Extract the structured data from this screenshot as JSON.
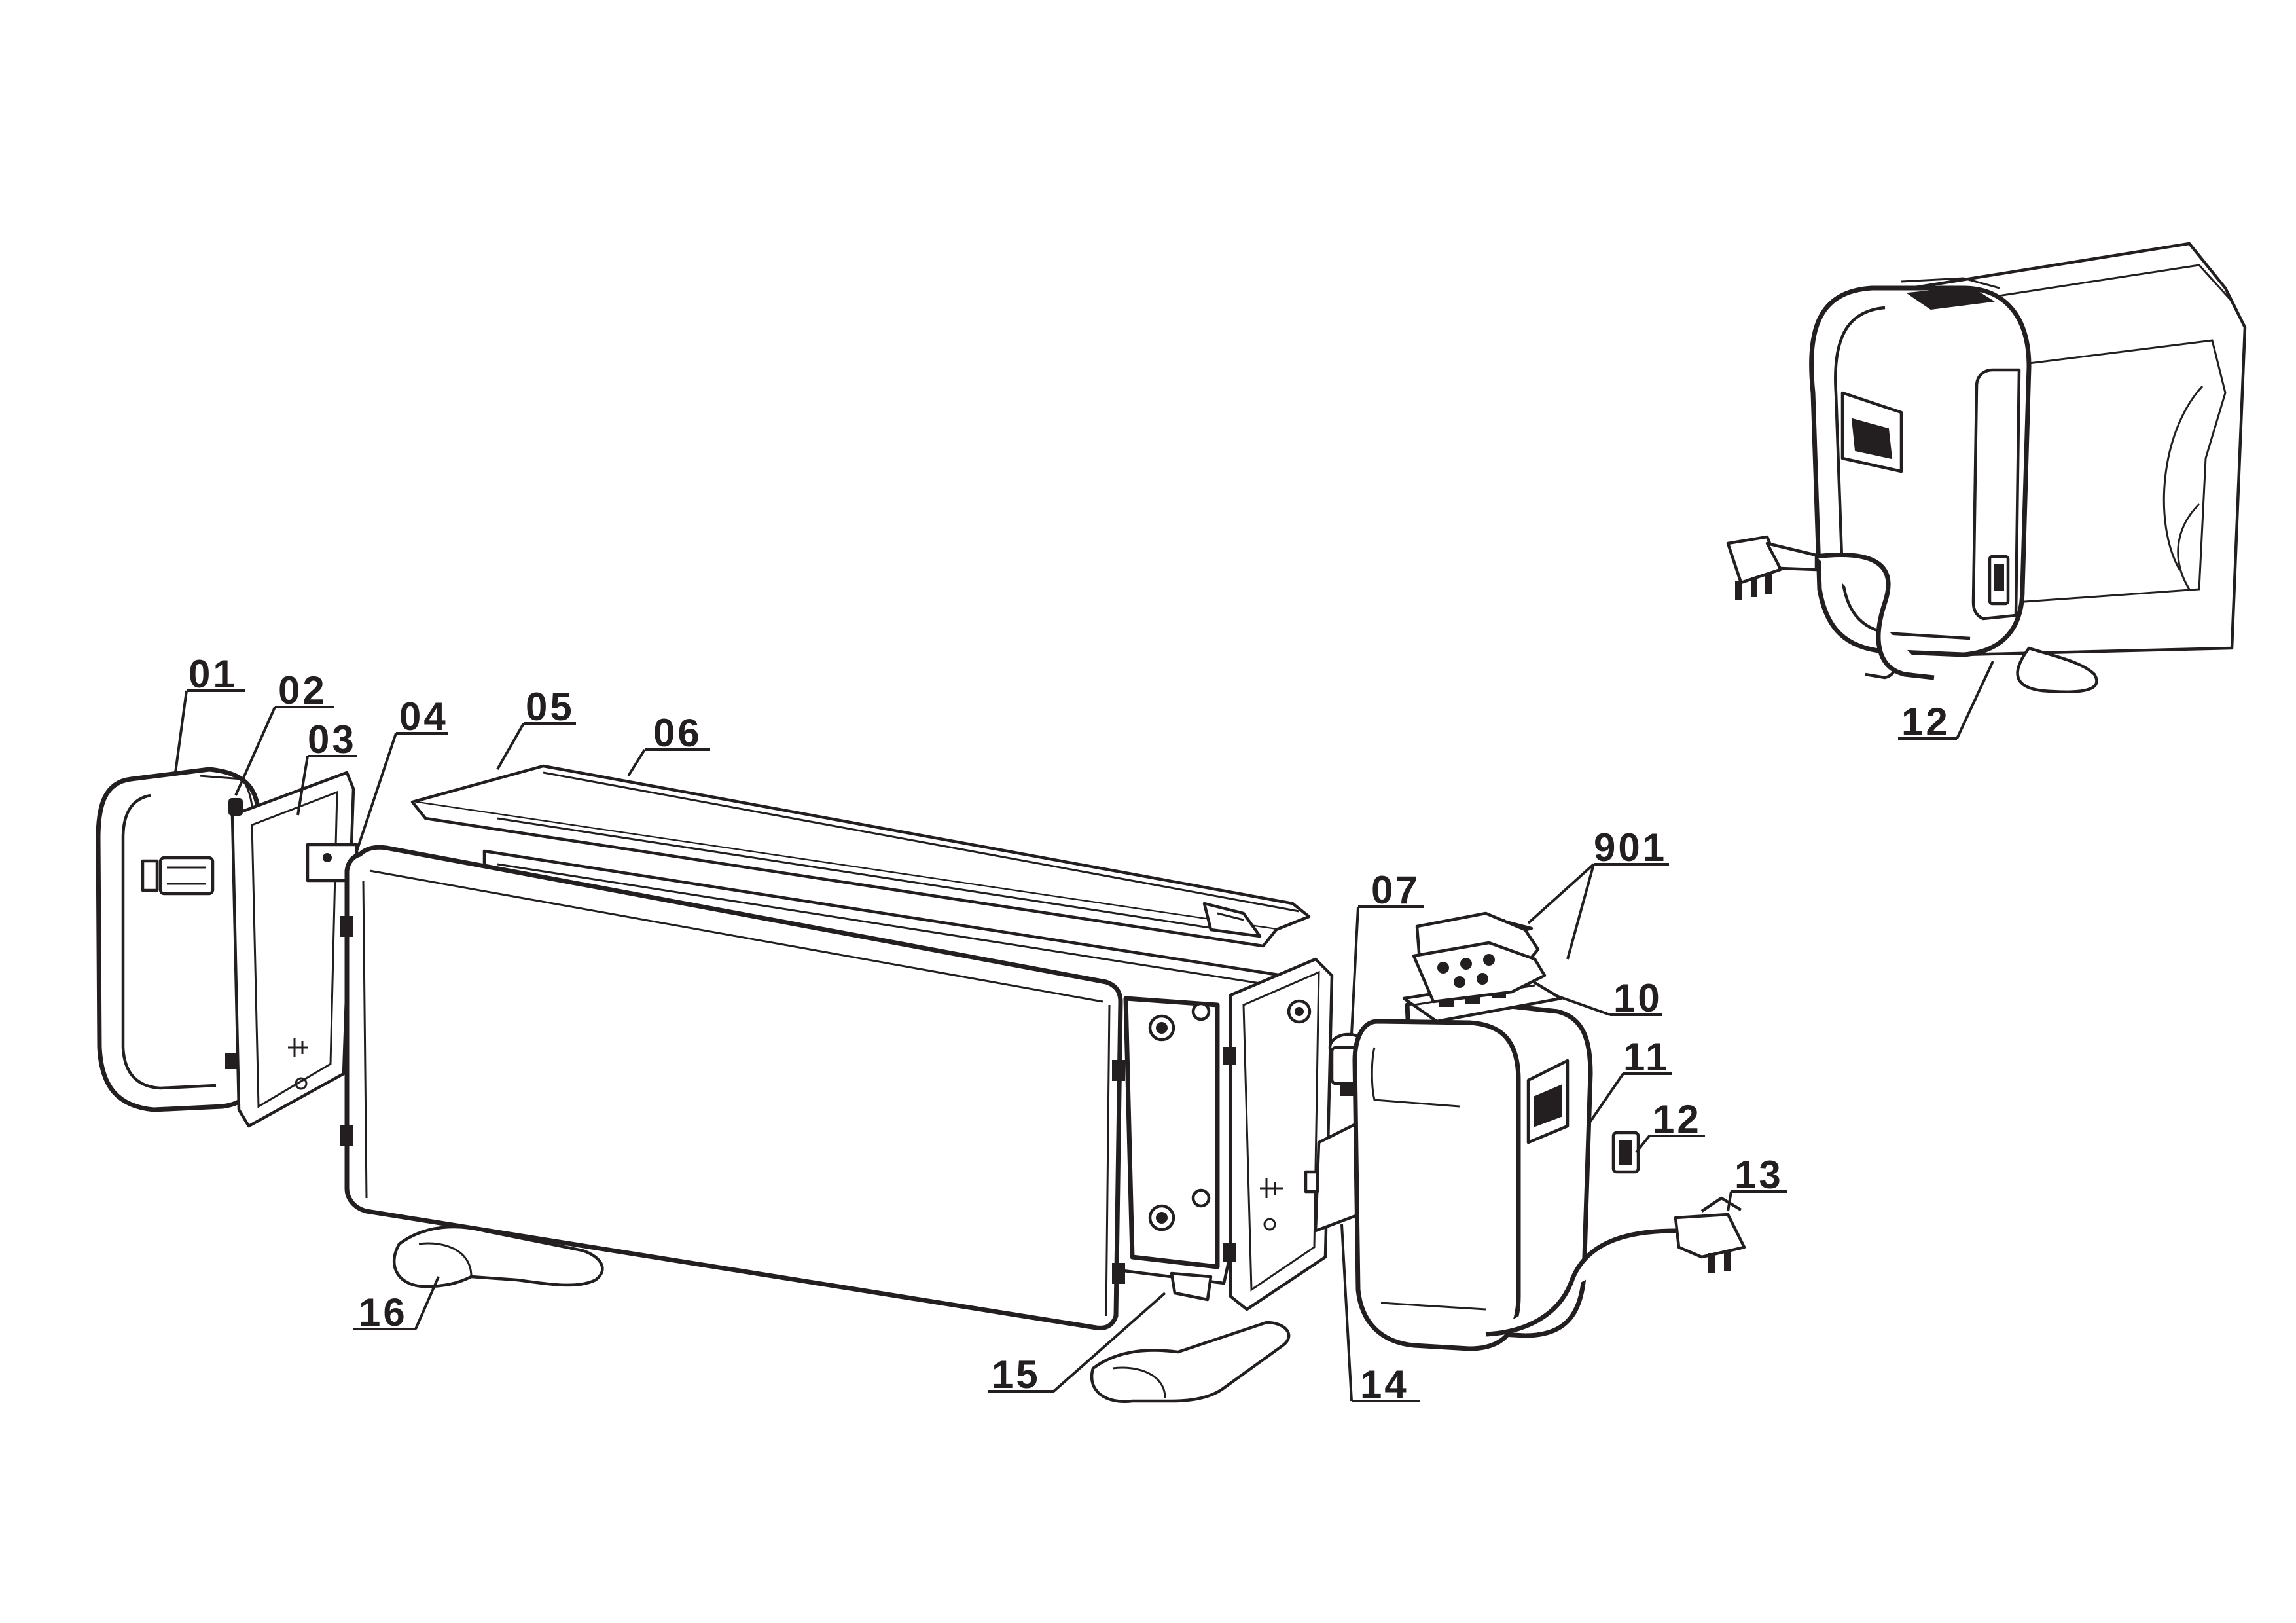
{
  "diagram": {
    "callouts": [
      {
        "id": "c01",
        "text": "01"
      },
      {
        "id": "c02",
        "text": "02"
      },
      {
        "id": "c03",
        "text": "03"
      },
      {
        "id": "c04",
        "text": "04"
      },
      {
        "id": "c05",
        "text": "05"
      },
      {
        "id": "c06",
        "text": "06"
      },
      {
        "id": "c07",
        "text": "07"
      },
      {
        "id": "c901",
        "text": "901"
      },
      {
        "id": "c10",
        "text": "10"
      },
      {
        "id": "c11",
        "text": "11"
      },
      {
        "id": "c12",
        "text": "12"
      },
      {
        "id": "c13",
        "text": "13"
      },
      {
        "id": "c14",
        "text": "14"
      },
      {
        "id": "c15",
        "text": "15"
      },
      {
        "id": "c16",
        "text": "16"
      },
      {
        "id": "c12inset",
        "text": "12"
      }
    ]
  }
}
